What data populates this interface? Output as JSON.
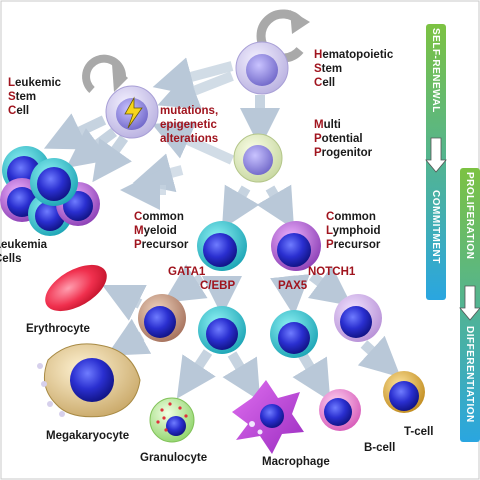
{
  "hsc_label": [
    "Hematopoietic",
    "Stem",
    "Cell"
  ],
  "lsc_label": [
    "Leukemic",
    "Stem",
    "Cell"
  ],
  "mpp_label": [
    "Multi",
    "Potential",
    "Progenitor"
  ],
  "cmp_label": [
    "Common",
    "Myeloid",
    "Precursor"
  ],
  "clp_label": [
    "Common",
    "Lymphoid",
    "Precursor"
  ],
  "mutations_label": [
    "mutations,",
    "epigenetic",
    "alterations"
  ],
  "leukemia_label": [
    "Leukemia",
    "Cells"
  ],
  "factors": {
    "gata1": "GATA1",
    "cebp": "C/EBP",
    "pax5": "PAX5",
    "notch1": "NOTCH1"
  },
  "cells": {
    "erythrocyte": "Erythrocyte",
    "megakaryocyte": "Megakaryocyte",
    "granulocyte": "Granulocyte",
    "macrophage": "Macrophage",
    "bcell": "B-cell",
    "tcell": "T-cell"
  },
  "bars": {
    "self_renewal": "SELF-RENEWAL",
    "commitment": "COMMITMENT",
    "proliferation": "PROLIFERATION",
    "differentiation": "DIFFERENTIATION"
  },
  "colors": {
    "green": "#7cc242",
    "blue": "#2aa6e0",
    "text_red": "#a0141e"
  }
}
